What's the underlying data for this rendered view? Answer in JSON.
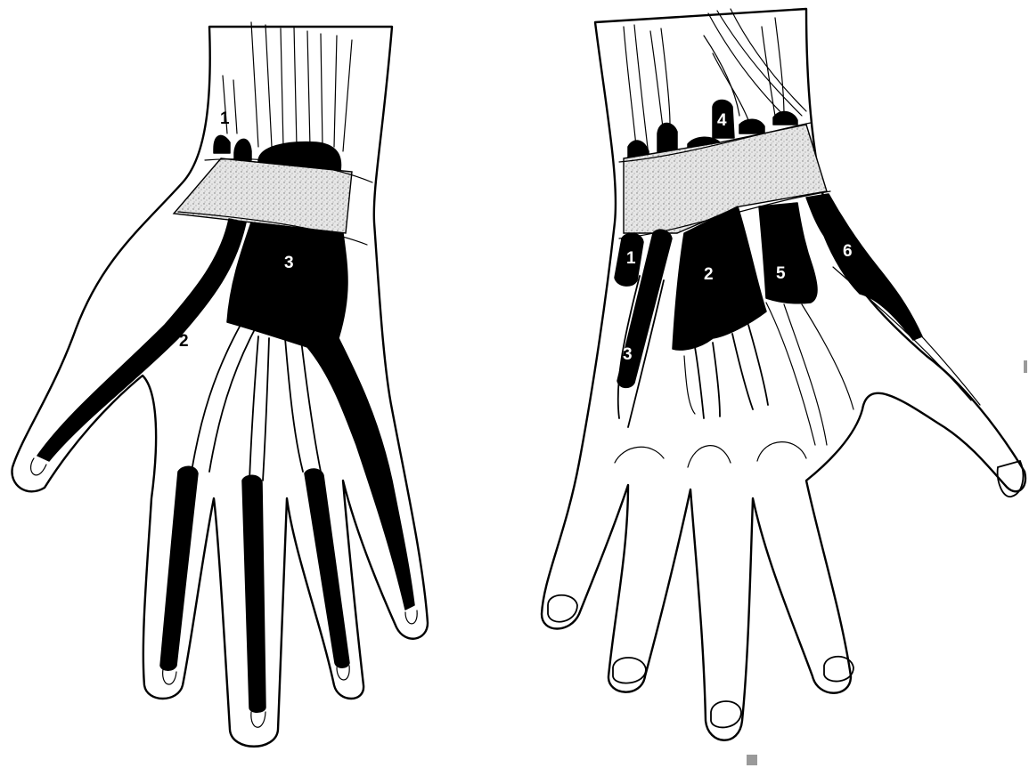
{
  "figure": {
    "panels": [
      {
        "id": "left-hand",
        "labels": [
          {
            "text": "1",
            "tone": "black"
          },
          {
            "text": "2",
            "tone": "black"
          },
          {
            "text": "3",
            "tone": "white"
          }
        ]
      },
      {
        "id": "right-hand",
        "labels": [
          {
            "text": "1",
            "tone": "white"
          },
          {
            "text": "2",
            "tone": "white"
          },
          {
            "text": "3",
            "tone": "white"
          },
          {
            "text": "4",
            "tone": "white"
          },
          {
            "text": "5",
            "tone": "white"
          },
          {
            "text": "6",
            "tone": "white"
          }
        ]
      }
    ],
    "colors": {
      "ink": "#000000",
      "paper": "#ffffff",
      "retinaculum_stipple": "#d8d8d8"
    }
  }
}
